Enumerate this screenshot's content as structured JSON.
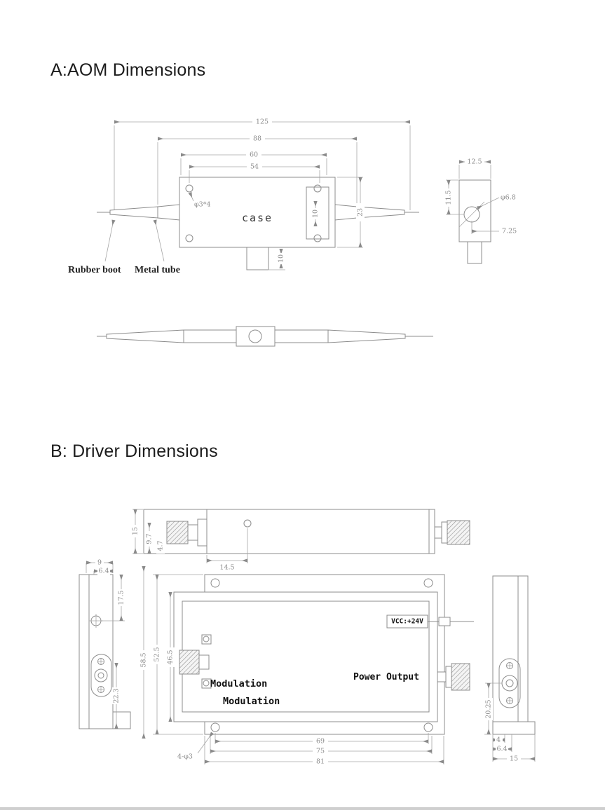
{
  "section_a": {
    "title": "A:AOM Dimensions",
    "top_view": {
      "case_label": "case",
      "hole_callout": "φ3*4",
      "dim_overall": "125",
      "dim_tube_span": "88",
      "dim_case": "60",
      "dim_holes": "54",
      "dim_height": "23",
      "dim_inner": "10",
      "dim_tab": "10",
      "label_rubber_boot": "Rubber boot",
      "label_metal_tube": "Metal tube"
    },
    "side_view": {
      "dim_width": "12.5",
      "dim_height": "11.5",
      "hole_callout": "φ6.8",
      "dim_offset": "7.25"
    }
  },
  "section_b": {
    "title": "B: Driver Dimensions",
    "top_view": {
      "dim_height": "15",
      "dim_conn_height": "9.7",
      "dim_edge": "4.7",
      "dim_conn_offset": "14.5"
    },
    "left_view": {
      "dim_width": "9",
      "dim_inner_width": "6.4",
      "dim_hole": "17.5",
      "dim_conn": "22.3"
    },
    "front_view": {
      "label_modulation_1": "Modulation",
      "label_modulation_2": "Modulation",
      "label_power_output": "Power Output",
      "label_vcc": "VCC:+24V",
      "holes_callout": "4-φ3",
      "dim_height_outer": "58.5",
      "dim_height_flange": "52.5",
      "dim_height_body": "46.5",
      "dim_width_holes": "69",
      "dim_width_mid": "75",
      "dim_width_outer": "81"
    },
    "right_view": {
      "dim_conn": "20.25",
      "dim_w1": "4",
      "dim_w2": "6.4",
      "dim_w3": "15"
    }
  }
}
